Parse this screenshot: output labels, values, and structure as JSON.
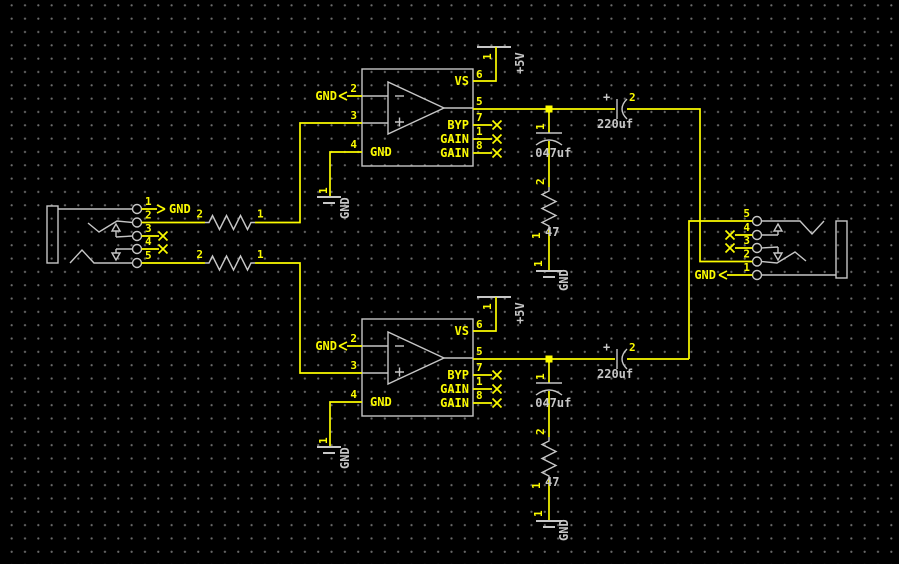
{
  "app": {
    "view": "schematic-editor-canvas"
  },
  "colors": {
    "background": "#000000",
    "grid_dot": "#6b6b6b",
    "wire_yellow": "#fbfb00",
    "device_grey": "#c6c6c6"
  },
  "nets": {
    "supply": "+5V",
    "ground": "GND"
  },
  "ic": {
    "pin_names": {
      "vs": "VS",
      "bypass": "BYP",
      "gain_upper": "GAIN",
      "gain_lower": "GAIN",
      "ground": "GND"
    },
    "pin_numbers": {
      "inverting_input": "2",
      "noninverting_input": "3",
      "ground": "4",
      "supply": "6",
      "output": "5",
      "bypass": "7",
      "gain_upper": "1",
      "gain_lower": "8"
    }
  },
  "capacitors": {
    "bypass": {
      "value": ".047uf",
      "pin1": "1"
    },
    "output_coupling": {
      "value": "220uf",
      "polarity_mark": "+",
      "pin2": "2"
    }
  },
  "resistors": {
    "input_series": {
      "pin_left": "2",
      "pin_right": "1"
    },
    "output_load": {
      "value": "47",
      "pin_top": "2",
      "pin_bottom": "1"
    }
  },
  "supply_symbol": {
    "pin": "1"
  },
  "ground_symbol": {
    "pin": "1"
  },
  "jack_input": {
    "pins": [
      "1",
      "2",
      "3",
      "4",
      "5"
    ]
  },
  "jack_output": {
    "pins": [
      "5",
      "4",
      "3",
      "2",
      "1"
    ]
  }
}
